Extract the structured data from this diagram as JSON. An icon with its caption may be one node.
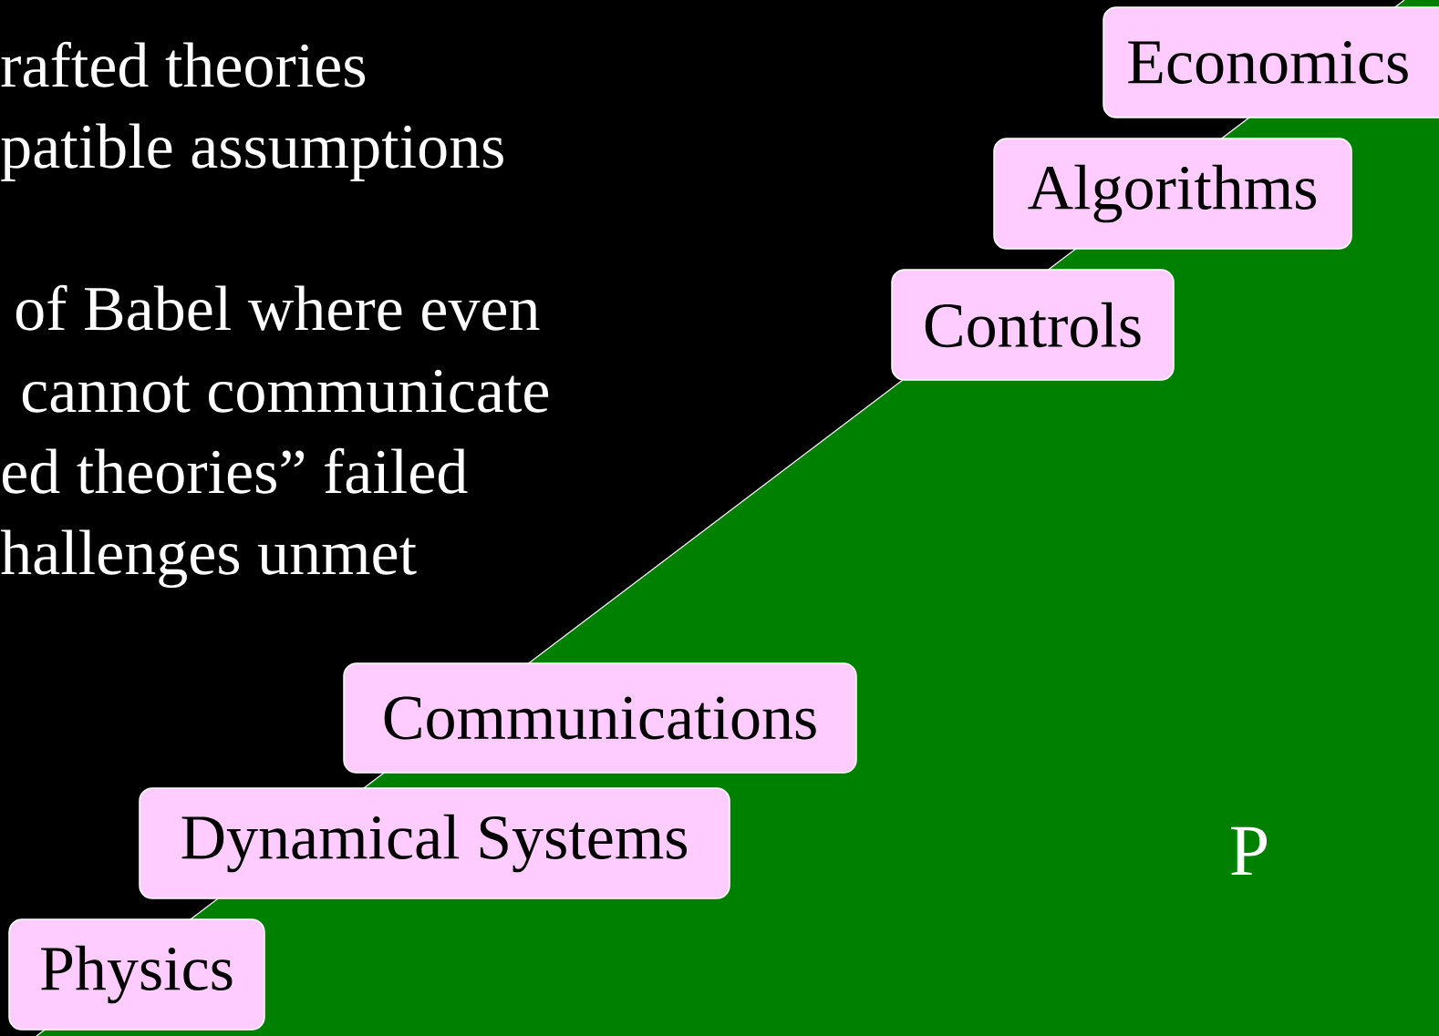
{
  "diagram": {
    "nodes": [
      {
        "text": [
          "Economics"
        ]
      },
      {
        "text": [
          "Algorithms"
        ]
      },
      {
        "text": [
          "Controls"
        ]
      },
      {
        "text": [
          "Communications"
        ]
      },
      {
        "text": [
          "Dynamical Systems"
        ]
      },
      {
        "text": [
          "Physics"
        ]
      }
    ],
    "edges": [],
    "labels": [
      "rafted theories",
      "patible assumptions",
      "of Babel where even",
      "cannot communicate",
      "ed theories” failed",
      "hallenges unmet",
      "P"
    ]
  }
}
